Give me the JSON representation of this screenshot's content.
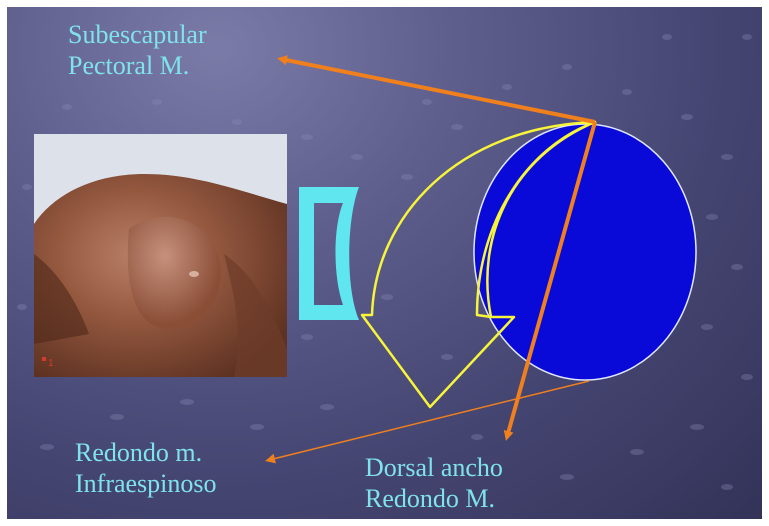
{
  "labels": {
    "top": [
      "Subescapular",
      "Pectoral M."
    ],
    "bottom_left": [
      "Redondo m.",
      "Infraespinoso"
    ],
    "bottom_right": [
      "Dorsal ancho",
      "Redondo M."
    ]
  },
  "colors": {
    "label_text": "#7fe3ea",
    "arrow_orange": "#f07f1e",
    "outline_yellow": "#f7f53a",
    "humeral_head": "#0a0ad8",
    "glenoid": "#5fe6ef"
  },
  "photo_overlay_text": "1"
}
